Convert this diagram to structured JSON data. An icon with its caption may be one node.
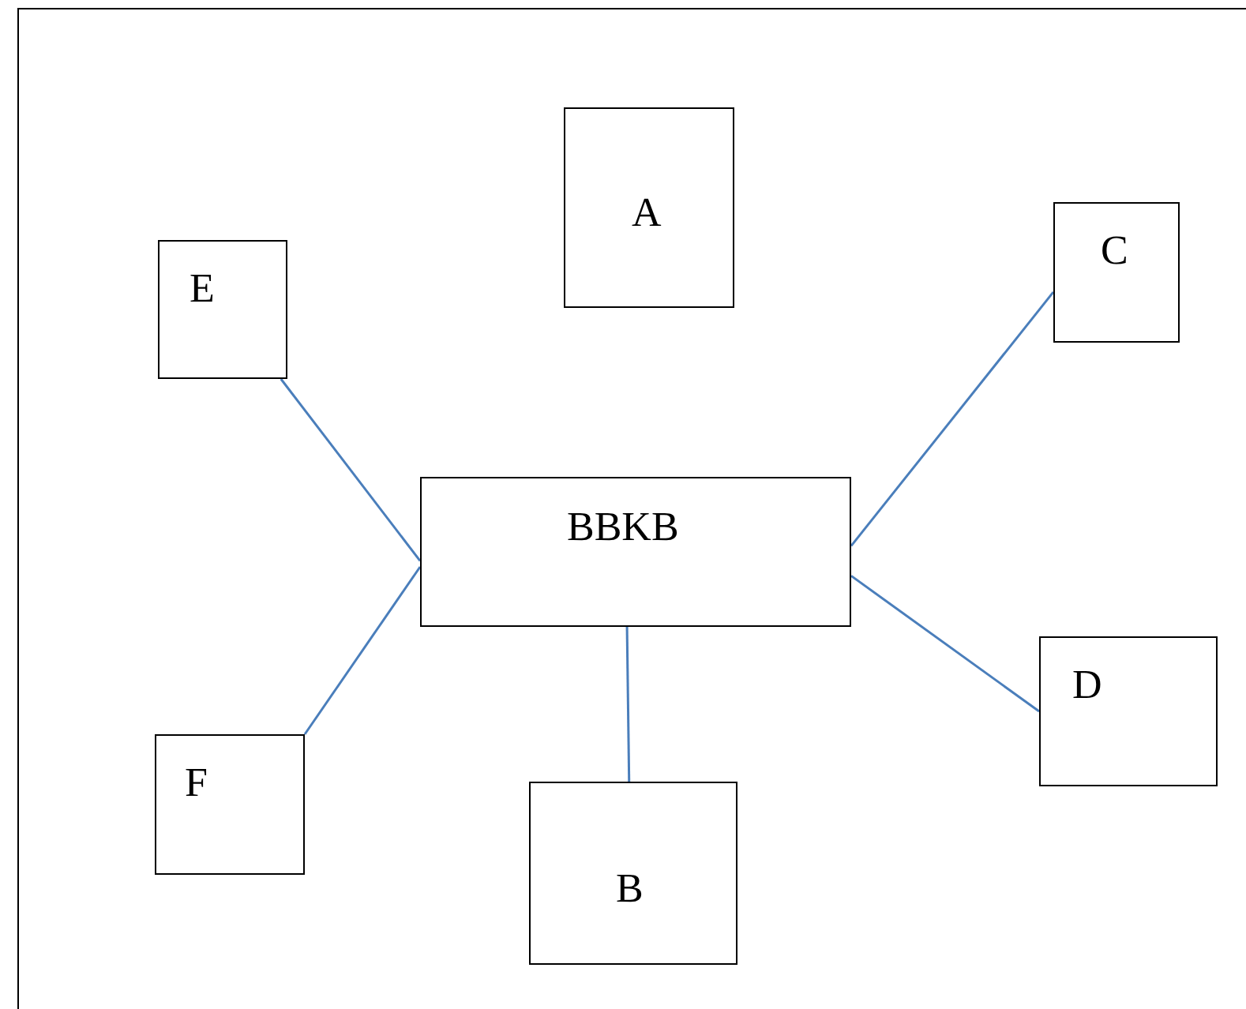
{
  "diagram": {
    "nodes": [
      {
        "text": [
          "A"
        ]
      },
      {
        "text": [
          "C"
        ]
      },
      {
        "text": [
          "E"
        ]
      },
      {
        "text": [
          "BBKB"
        ]
      },
      {
        "text": [
          "D"
        ]
      },
      {
        "text": [
          "F"
        ]
      },
      {
        "text": [
          "B"
        ]
      }
    ],
    "edges": [
      {
        "from": 3,
        "to": 2,
        "arrow": "none"
      },
      {
        "from": 3,
        "to": 5,
        "arrow": "none"
      },
      {
        "from": 3,
        "to": 1,
        "arrow": "none"
      },
      {
        "from": 3,
        "to": 4,
        "arrow": "none"
      },
      {
        "from": 3,
        "to": 6,
        "arrow": "none"
      }
    ]
  }
}
